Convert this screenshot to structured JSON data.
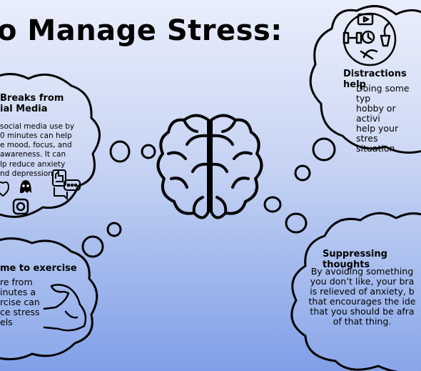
{
  "title": "o Manage Stress:",
  "clouds": {
    "social_media": {
      "heading_line1": "Breaks from",
      "heading_line2": "ial Media",
      "body": [
        "social media use by",
        "0 minutes can help",
        "e mood, focus, and",
        "awareness. It can",
        "lp reduce anxiety",
        "nd depression"
      ]
    },
    "exercise": {
      "heading": "me to exercise",
      "body": [
        "re from",
        "inutes a",
        "rcise can",
        "ce stress",
        "els"
      ]
    },
    "distractions": {
      "heading": "Distractions help",
      "body": [
        "Doing some typ",
        "hobby or activi",
        "help your stres",
        "situation"
      ]
    },
    "suppressing": {
      "heading": "Suppressing thoughts",
      "body": [
        "By avoiding something",
        "you don’t like, your bra",
        "is relieved of anxiety, b",
        "that encourages the ide",
        "that you should be afra",
        "of that thing."
      ]
    }
  },
  "icons": [
    "brain-icon",
    "muscle-arm-icon",
    "hobbies-icon",
    "thumbs-up-icon",
    "chat-bubbles-icon",
    "ghost-icon",
    "instagram-icon",
    "heart-icon"
  ]
}
